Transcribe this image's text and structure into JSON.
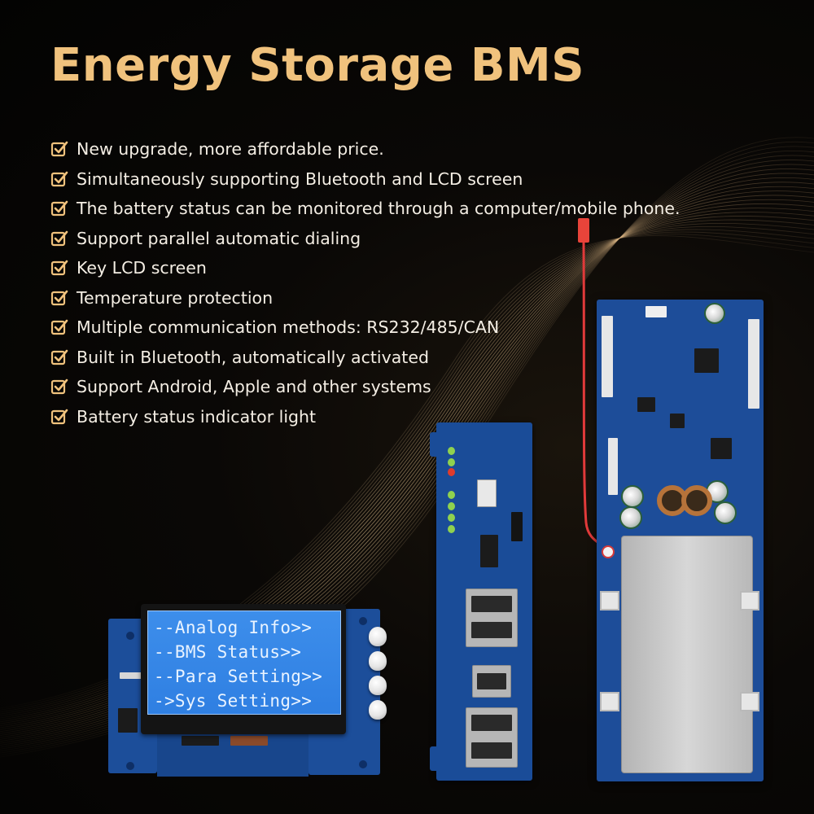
{
  "title": "Energy Storage BMS",
  "features": [
    "New upgrade, more affordable price.",
    "Simultaneously supporting Bluetooth and LCD screen",
    "The battery status can be monitored through a computer/mobile phone.",
    "Support parallel automatic dialing",
    "Key LCD screen",
    "Temperature protection",
    "Multiple communication methods: RS232/485/CAN",
    "Built in Bluetooth, automatically activated",
    "Support Android, Apple and other systems",
    "Battery status indicator light"
  ],
  "lcd": {
    "menu": [
      "--Analog Info>>",
      "--BMS Status>>",
      "--Para Setting>>",
      "->Sys Setting>>"
    ]
  },
  "colors": {
    "title": "#f0c27d",
    "feature_text": "#f4eee4",
    "check_icon": "#f0c27d",
    "pcb_blue": "#1d4d99",
    "lcd_blue": "#3d8eeb"
  },
  "icons": {
    "feature_bullet": "checkbox-icon"
  }
}
